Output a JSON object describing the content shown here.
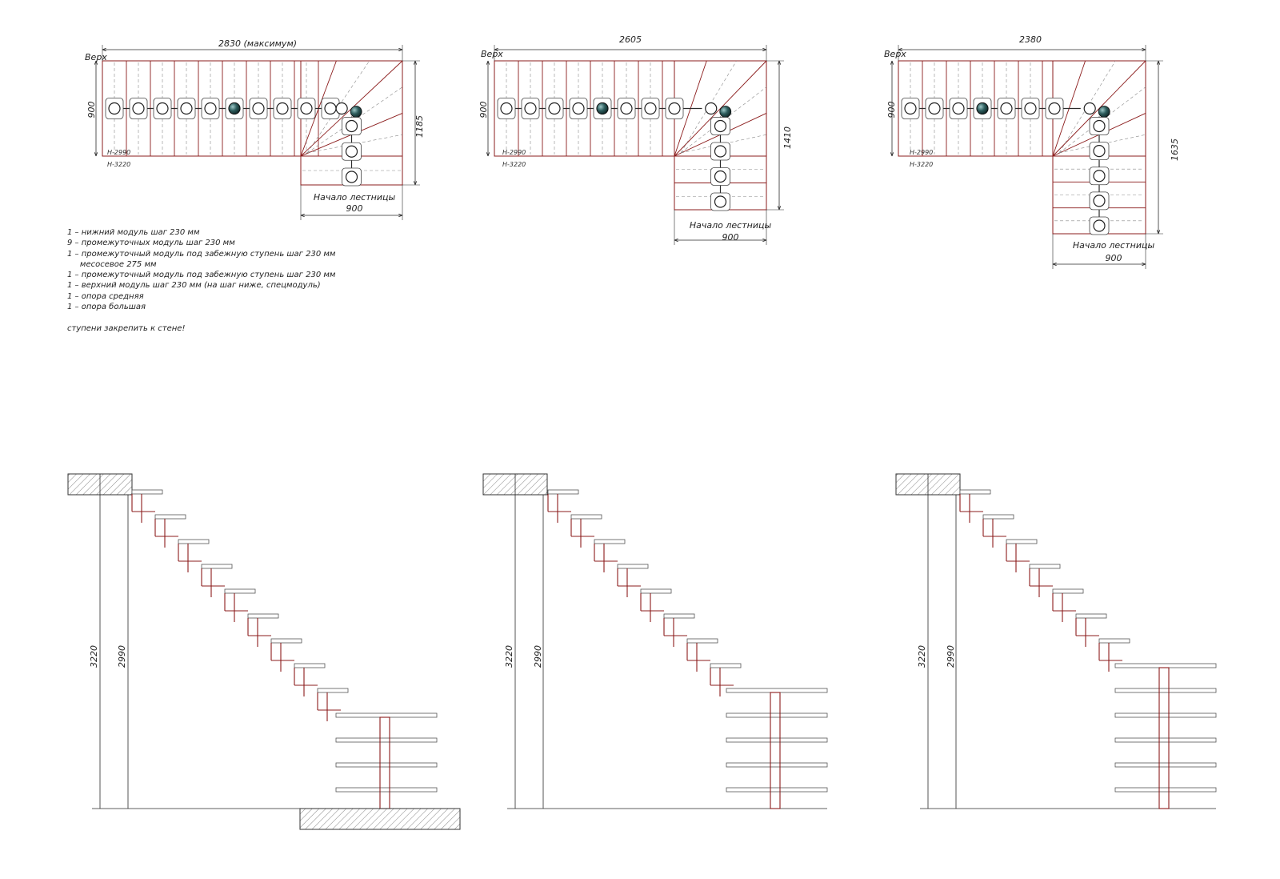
{
  "plans": [
    {
      "width_label": "2830 (максимум)",
      "width_mm": 2830,
      "depth_label": "900",
      "right_label": "1185",
      "top_label": "Верх",
      "h1_label": "H-2990",
      "h2_label": "H-3220",
      "start_label": "Начало лестницы",
      "start_width_label": "900",
      "straight_steps": 10,
      "winder_steps": 4,
      "lower_steps": 1
    },
    {
      "width_label": "2605",
      "width_mm": 2605,
      "depth_label": "900",
      "right_label": "1410",
      "top_label": "Верх",
      "h1_label": "H-2990",
      "h2_label": "H-3220",
      "start_label": "Начало лестницы",
      "start_width_label": "900",
      "straight_steps": 8,
      "winder_steps": 4,
      "lower_steps": 2
    },
    {
      "width_label": "2380",
      "width_mm": 2380,
      "depth_label": "900",
      "right_label": "1635",
      "top_label": "Верх",
      "h1_label": "H-2990",
      "h2_label": "H-3220",
      "start_label": "Начало лестницы",
      "start_width_label": "900",
      "straight_steps": 7,
      "winder_steps": 4,
      "lower_steps": 3
    }
  ],
  "notes": [
    "1 – нижний модуль шаг 230 мм",
    "9 – промежуточных модуль шаг 230 мм",
    "1 – промежуточный модуль под забежную ступень шаг 230 мм",
    "     месосевое 275 мм",
    "1 – промежуточный модуль под забежную ступень шаг 230 мм",
    "1 – верхний модуль шаг 230 мм (на шаг ниже, спецмодуль)",
    "1 – опора средняя",
    "1 – опора большая"
  ],
  "notes_final": "ступени закрепить к стене!",
  "elevations": [
    {
      "total_height_label": "3220",
      "floor_height_label": "2990",
      "straight_steps": 9,
      "wide_steps": 4,
      "has_floor": true
    },
    {
      "total_height_label": "3220",
      "floor_height_label": "2990",
      "straight_steps": 8,
      "wide_steps": 5,
      "has_floor": false
    },
    {
      "total_height_label": "3220",
      "floor_height_label": "2990",
      "straight_steps": 7,
      "wide_steps": 6,
      "has_floor": false
    }
  ],
  "colors": {
    "red_line": "#8b1c1c",
    "dim_line": "#2a2a2a",
    "hidden_line": "#8a8a8a",
    "ball": "#2e5d5d"
  }
}
